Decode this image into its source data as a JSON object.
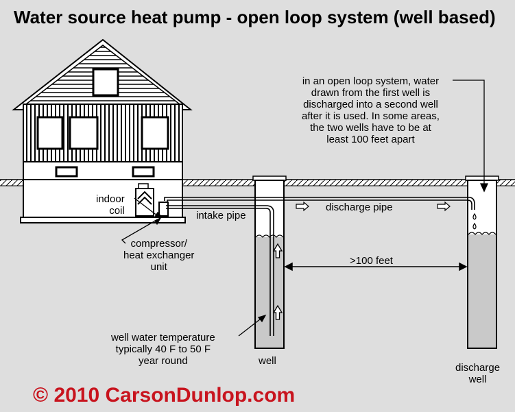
{
  "title": "Water source heat pump - open loop system (well based)",
  "labels": {
    "indoor_coil_line1": "indoor",
    "indoor_coil_line2": "coil",
    "intake_pipe": "intake pipe",
    "compressor": "compressor/\nheat exchanger\nunit",
    "discharge_pipe": "discharge pipe",
    "distance": ">100 feet",
    "well_temp": "well water temperature\ntypically 40 F to 50 F\nyear round",
    "well": "well",
    "discharge_well": "discharge\nwell"
  },
  "note": "in an open loop system, water\ndrawn from the first well is\ndischarged into a second well\nafter it is used.  In some areas,\nthe two wells have to be at\nleast 100 feet apart",
  "copyright": "© 2010 CarsonDunlop.com",
  "colors": {
    "background": "#dedede",
    "line": "#000000",
    "copyright": "#c8141e",
    "water": "#c9c9c9"
  }
}
